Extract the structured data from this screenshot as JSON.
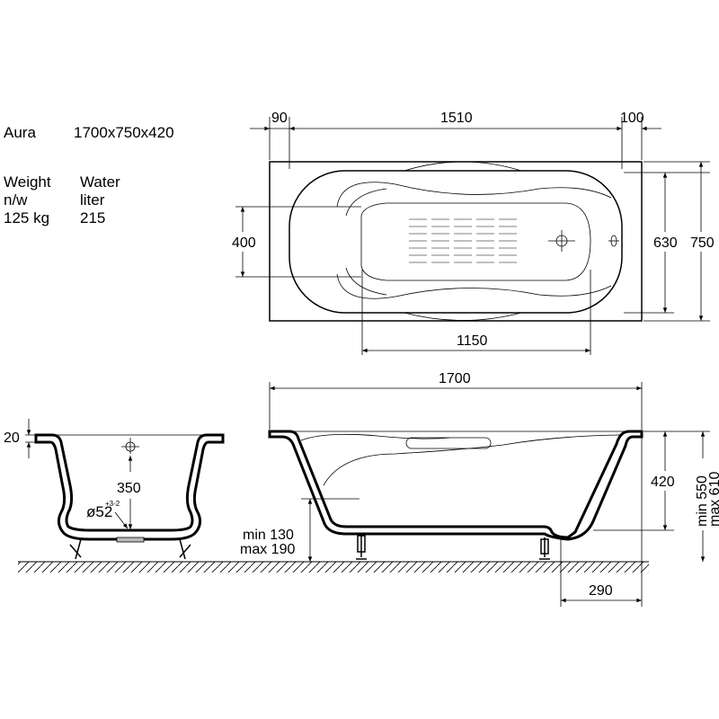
{
  "spec": {
    "model": "Aura",
    "size": "1700x750x420",
    "col1": [
      "Weight",
      "n/w",
      "125 kg"
    ],
    "col2": [
      "Water",
      "liter",
      "215"
    ]
  },
  "top_view": {
    "dim_left_gap": "90",
    "dim_inner_length": "1510",
    "dim_right_gap": "100",
    "dim_inner_width": "630",
    "dim_outer_width": "750",
    "dim_headrest": "400",
    "dim_bottom_length": "1150"
  },
  "end_view": {
    "dim_rim": "20",
    "dim_drain_height": "350",
    "drain_diameter": "ø52",
    "drain_tolerance": "+3-2"
  },
  "side_view": {
    "dim_length": "1700",
    "dim_depth": "420",
    "dim_total_min": "min 550",
    "dim_total_max": "max 610",
    "dim_leg_min": "min 130",
    "dim_leg_max": "max 190",
    "dim_drain_offset": "290"
  }
}
